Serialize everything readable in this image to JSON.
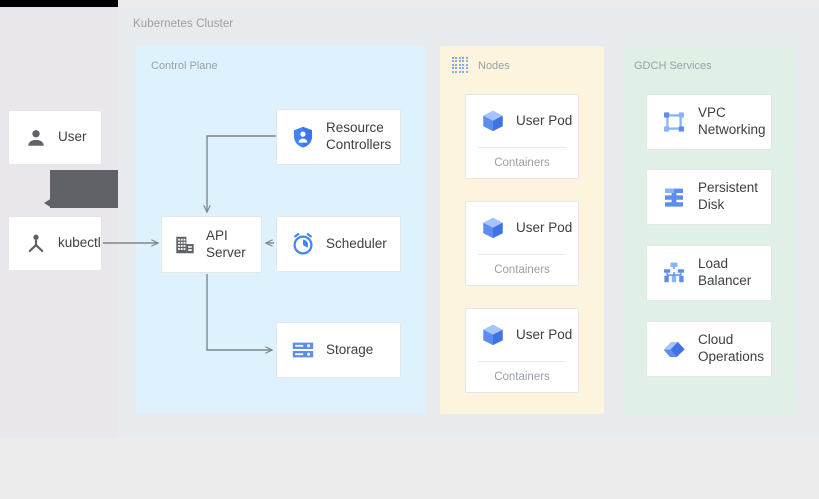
{
  "diagram": {
    "title": "Kubernetes Cluster",
    "background_color": "#ececec",
    "cluster_band_color": "#e8ebed",
    "left_band_color": "#e9e7ec"
  },
  "actors": [
    {
      "id": "user",
      "label": "User",
      "icon": "person-icon",
      "icon_color": "#5f6368"
    },
    {
      "id": "kubectl",
      "label": "kubectl",
      "icon": "kubectl-icon",
      "icon_color": "#5f6368"
    }
  ],
  "tooltip": {
    "visible": true,
    "color": "#5f6368",
    "text": ""
  },
  "panels": [
    {
      "id": "control-plane",
      "title": "Control Plane",
      "color": "#ddf2fd",
      "icon": null,
      "cards": [
        {
          "id": "api-server",
          "label": "API\nServer",
          "icon": "api-server-icon",
          "icon_color": "#5f6368"
        },
        {
          "id": "resource-controllers",
          "label": "Resource\nControllers",
          "icon": "shield-person-icon",
          "icon_color": "#4285f4"
        },
        {
          "id": "scheduler",
          "label": "Scheduler",
          "icon": "alarm-clock-icon",
          "icon_color": "#4285f4"
        },
        {
          "id": "storage",
          "label": "Storage",
          "icon": "storage-rack-icon",
          "icon_color": "#5b8def"
        }
      ]
    },
    {
      "id": "nodes",
      "title": "Nodes",
      "color": "#fdf4dd",
      "icon": "dot-grid-icon",
      "icon_color": "#4285f4",
      "cards": [
        {
          "id": "user-pod-1",
          "label": "User Pod",
          "footer": "Containers",
          "icon": "cube-icon",
          "icon_color": "#5b8def"
        },
        {
          "id": "user-pod-2",
          "label": "User Pod",
          "footer": "Containers",
          "icon": "cube-icon",
          "icon_color": "#5b8def"
        },
        {
          "id": "user-pod-3",
          "label": "User Pod",
          "footer": "Containers",
          "icon": "cube-icon",
          "icon_color": "#5b8def"
        }
      ]
    },
    {
      "id": "gdch-services",
      "title": "GDCH Services",
      "color": "#e0f0e6",
      "icon": null,
      "cards": [
        {
          "id": "vpc-networking",
          "label": "VPC\nNetworking",
          "icon": "vpc-network-icon",
          "icon_color": "#8ab4f8"
        },
        {
          "id": "persistent-disk",
          "label": "Persistent\nDisk",
          "icon": "persistent-disk-icon",
          "icon_color": "#5b8def"
        },
        {
          "id": "load-balancer",
          "label": "Load\nBalancer",
          "icon": "load-balancer-icon",
          "icon_color": "#5b8def"
        },
        {
          "id": "cloud-operations",
          "label": "Cloud\nOperations",
          "icon": "cloud-operations-icon",
          "icon_color": "#5b8def"
        }
      ]
    }
  ],
  "connections": [
    {
      "from": "kubectl",
      "to": "api-server",
      "direction": "right"
    },
    {
      "from": "resource-controllers",
      "to": "api-server",
      "direction": "down"
    },
    {
      "from": "scheduler",
      "to": "api-server",
      "direction": "left"
    },
    {
      "from": "api-server",
      "to": "storage",
      "direction": "right"
    }
  ],
  "colors": {
    "arrow": "#80868b",
    "card_border": "#e4e7ea",
    "card_bg": "#ffffff",
    "text": "#3c4043",
    "muted_text": "#9aa0a6"
  }
}
